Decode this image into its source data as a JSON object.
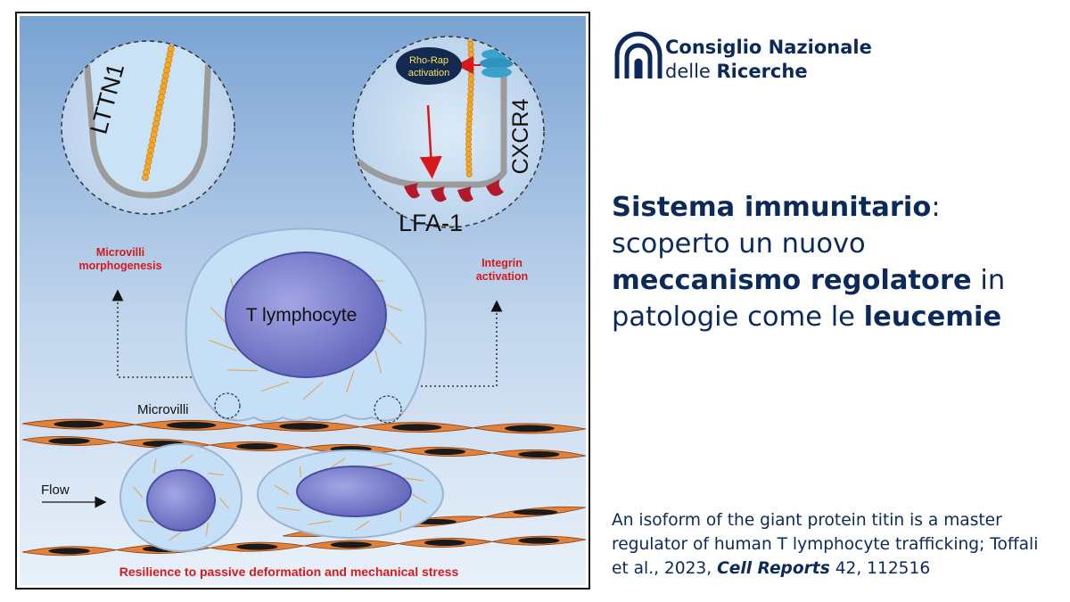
{
  "figure": {
    "labels": {
      "lttn1": "LTTN1",
      "rho_rap": [
        "Rho-Rap",
        "activation"
      ],
      "cxcr4": "CXCR4",
      "lfa1": "LFA-1",
      "microvilli_morph": [
        "Microvilli",
        "morphogenesis"
      ],
      "integrin_act": [
        "Integrin",
        "activation"
      ],
      "t_lymphocyte": "T lymphocyte",
      "microvilli": "Microvilli",
      "flow": "Flow",
      "resilience": "Resilience to passive deformation and mechanical stress"
    },
    "colors": {
      "background_top": "#7aa3d3",
      "background_bottom": "#e9f1fa",
      "cell_body": "#c5e0f6",
      "nucleus": "#7f82cf",
      "endothelium": "#e1813a",
      "titin_beads": "#f5a623",
      "label_red": "#d7191c",
      "lfa1": "#b01a2a",
      "cxcr4": "#3aa1c9"
    }
  },
  "logo": {
    "name_line1": "Consiglio Nazionale",
    "name_line2_a": "delle ",
    "name_line2_b": "Ricerche",
    "icon": "cnr-logo-icon"
  },
  "headline": {
    "part1_bold": "Sistema immunitario",
    "part1_colon": ":",
    "part2": " scoperto un nuovo ",
    "part3_bold": "meccanismo regolatore",
    "part4": " in patologie come le ",
    "part5_bold": "leucemie"
  },
  "citation": {
    "line1": "An isoform of the giant protein titin is a master regulator of human T lymphocyte trafficking; Toffali et al., 2023, ",
    "journal": "Cell Reports",
    "rest": " 42, 112516"
  }
}
